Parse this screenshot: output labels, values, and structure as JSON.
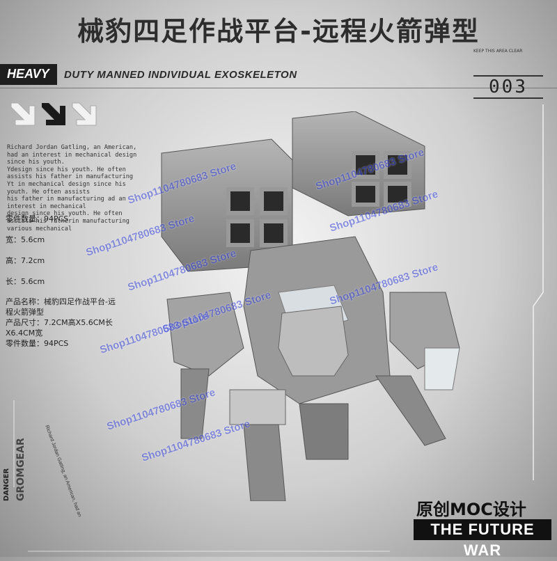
{
  "title": "械豹四足作战平台-远程火箭弹型",
  "header": {
    "heavy": "HEAVY",
    "subtitle": "DUTY MANNED INDIVIDUAL EXOSKELETON",
    "keep_clear": "KEEP THIS AREA CLEAR",
    "badge": "003"
  },
  "description": "Richard Jordan Gatling, an American, had an interest in mechanical design since his youth.\nYdesign since his youth. He often assists his father in manufacturing\nYt in mechanical design since his youth. He often assists\nhis father in manufacturing ad an interest in mechanical\ndesign since his youth. He often assists his fatherin manufacturing various mechanical",
  "specs": {
    "parts": "零件数量：94PCS",
    "width": "宽：5.6cm",
    "height": "高：7.2cm",
    "length": "长：5.6cm",
    "product_name_1": "产品名称：械豹四足作战平台-远",
    "product_name_2": "程火箭弹型",
    "product_size_1": "产品尺寸：7.2CM高X5.6CM长",
    "product_size_2": "X6.4CM宽",
    "parts_2": "零件数量：94PCS"
  },
  "watermark": "Shop1104780683 Store",
  "side_text": {
    "danger": "DANGER",
    "brand": "GROMGEAR",
    "credit": "Richard Jordan Gatling, an American, had an"
  },
  "footer": {
    "moc": "原创MOC设计",
    "war": "THE FUTURE WAR"
  },
  "colors": {
    "accent_dark": "#1e1e1e",
    "watermark": "#3c48d8",
    "model_grey": "#8c8c8c"
  }
}
